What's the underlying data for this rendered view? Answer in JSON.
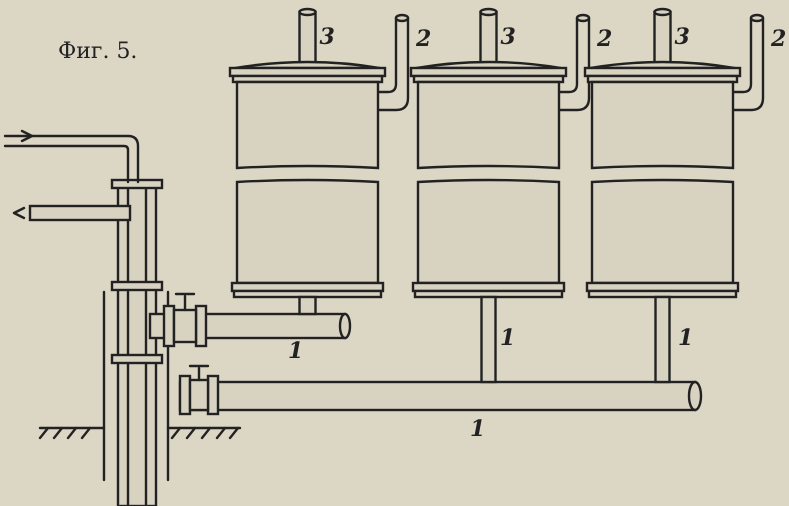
{
  "figure": {
    "title": "Фиг. 5.",
    "tanks": [
      {
        "top_pipe_label": "3",
        "side_pipe_label": "2"
      },
      {
        "top_pipe_label": "3",
        "side_pipe_label": "2"
      },
      {
        "top_pipe_label": "3",
        "side_pipe_label": "2"
      }
    ],
    "pipe_labels": [
      "1",
      "1",
      "1",
      "1"
    ],
    "colors": {
      "paper": "#dcd6c5",
      "ink": "#222222"
    }
  }
}
